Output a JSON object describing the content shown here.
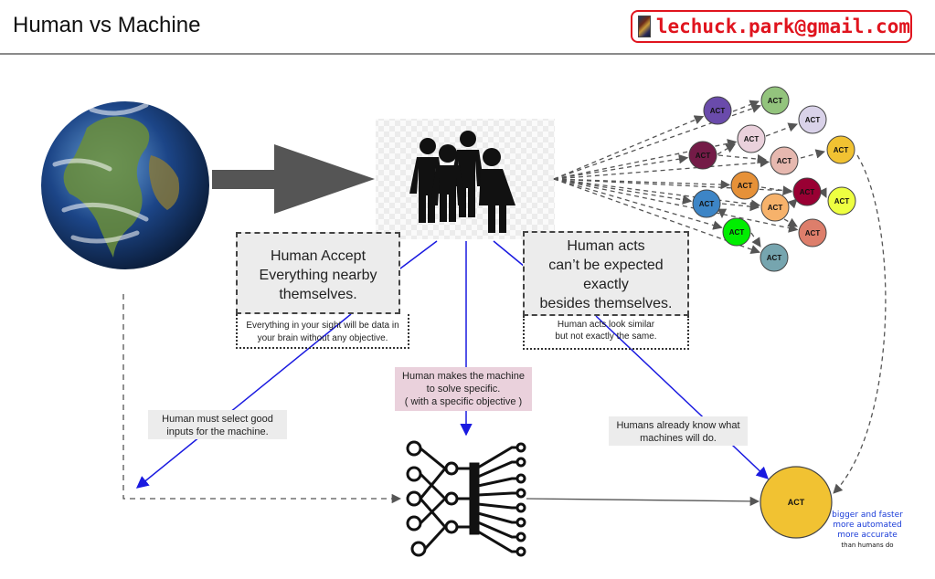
{
  "header": {
    "title": "Human vs Machine",
    "email": "lechuck.park@gmail.com"
  },
  "boxes": {
    "accept_lines": [
      "Human Accept",
      "Everything nearby",
      "themselves."
    ],
    "accept_note_lines": [
      "Everything in your sight will be data in",
      "your brain without any objective."
    ],
    "acts_lines": [
      "Human acts",
      "can’t be expected",
      "exactly",
      "besides themselves."
    ],
    "acts_note_lines": [
      "Human acts look similar",
      "but not exactly the same."
    ],
    "machine_note_lines": [
      "Human makes the machine",
      "to solve specific.",
      "( with a specific objective )"
    ],
    "select_note_lines": [
      "Human must select good",
      "inputs for the machine."
    ],
    "know_note_lines": [
      "Humans already know what",
      "machines will do."
    ],
    "result_note_lines": [
      "bigger and faster",
      "more automated",
      "more accurate"
    ],
    "result_note_small": "than humans do"
  },
  "act_label": "ACT",
  "act_nodes": [
    {
      "color": "#6a4bab"
    },
    {
      "color": "#93c47d"
    },
    {
      "color": "#d9d2e9"
    },
    {
      "color": "#ead1dc"
    },
    {
      "color": "#741b47"
    },
    {
      "color": "#e6b8af"
    },
    {
      "color": "#f1c232"
    },
    {
      "color": "#e69138"
    },
    {
      "color": "#990033"
    },
    {
      "color": "#3d85c6"
    },
    {
      "color": "#f6b26b"
    },
    {
      "color": "#eeff41"
    },
    {
      "color": "#00ee00"
    },
    {
      "color": "#dd7e6b"
    },
    {
      "color": "#76a5af"
    }
  ],
  "result_node": {
    "color": "#f1c232"
  },
  "colors": {
    "accent_red": "#e0141e",
    "arrow_blue": "#1a1ae0",
    "dashed_gray": "#555555",
    "big_arrow": "#555555"
  }
}
